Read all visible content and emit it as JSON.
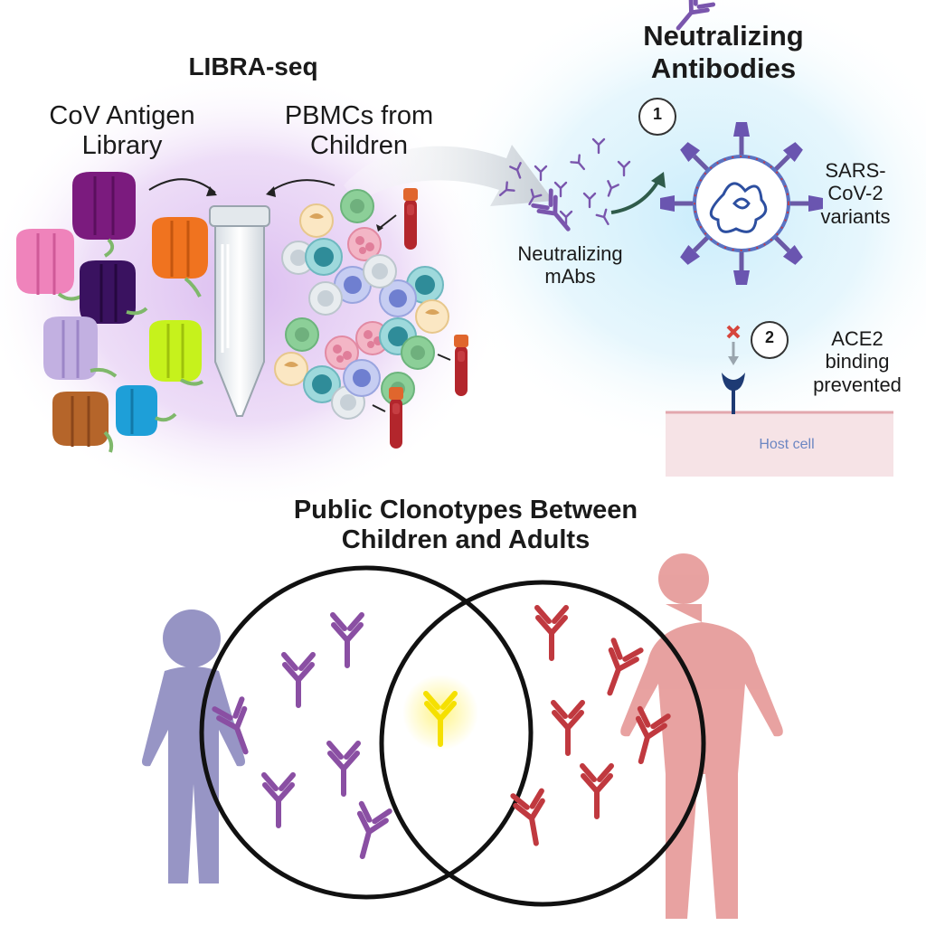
{
  "libra": {
    "title": "LIBRA-seq",
    "antigen_library": "CoV Antigen\nLibrary",
    "pbmcs": "PBMCs from\nChildren"
  },
  "neutralizing": {
    "title": "Neutralizing\nAntibodies",
    "step1": "1",
    "step2": "2",
    "mabs": "Neutralizing\nmAbs",
    "variants": "SARS-\nCoV-2\nvariants",
    "ace2": "ACE2\nbinding\nprevented",
    "host_cell": "Host cell"
  },
  "clonotypes": {
    "title": "Public Clonotypes Between\nChildren and Adults"
  },
  "colors": {
    "purple_antibody": "#8a4fa3",
    "red_antibody": "#c0393f",
    "public_antibody": "#f5e000",
    "child_silhouette": "#8e8cc0",
    "adult_silhouette": "#e69a99",
    "venn_outline": "#111111",
    "left_glow": "#d8b8ee",
    "right_glow": "#cdeefb"
  },
  "icons": [
    "antigen-protein-icon",
    "conical-tube-icon",
    "pbmc-cell-icon",
    "blood-tube-icon",
    "antibody-icon",
    "virus-icon",
    "ace2-receptor-icon",
    "block-x-icon",
    "child-silhouette-icon",
    "adult-silhouette-icon"
  ]
}
